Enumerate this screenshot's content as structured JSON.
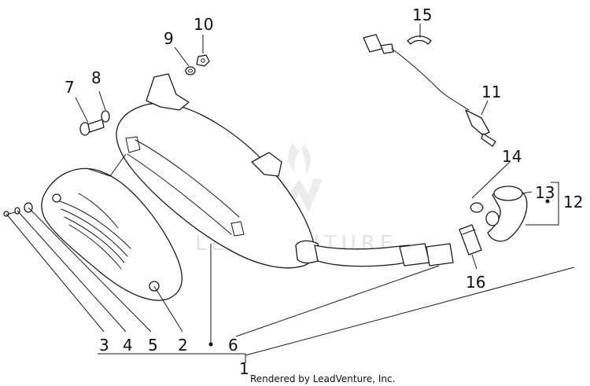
{
  "diagram": {
    "watermark": "LEADVENTURE",
    "credit": "Rendered by LeadVenture, Inc.",
    "callouts": [
      "1",
      "2",
      "3",
      "4",
      "5",
      "6",
      "7",
      "8",
      "9",
      "10",
      "11",
      "12",
      "13",
      "14",
      "15",
      "16"
    ]
  }
}
